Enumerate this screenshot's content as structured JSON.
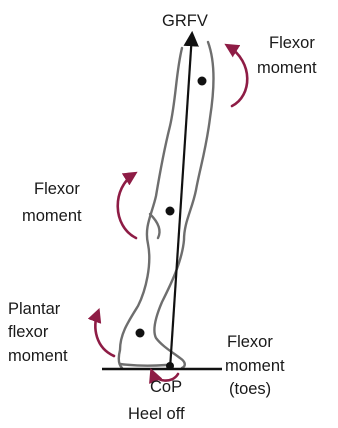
{
  "diagram": {
    "grfv_label": "GRFV",
    "labels": {
      "hip_line1": "Flexor",
      "hip_line2": "moment",
      "knee_line1": "Flexor",
      "knee_line2": "moment",
      "ankle_line1": "Plantar",
      "ankle_line2": "flexor",
      "ankle_line3": "moment",
      "toes_line1": "Flexor",
      "toes_line2": "moment",
      "toes_line3": "(toes)",
      "cop": "CoP",
      "phase": "Heel off"
    },
    "colors": {
      "moment_arrow": "#8e1c45",
      "force_vector": "#111111",
      "limb_outline": "#6e6e6e",
      "ground_line": "#111111",
      "text": "#1a1a1a"
    }
  }
}
